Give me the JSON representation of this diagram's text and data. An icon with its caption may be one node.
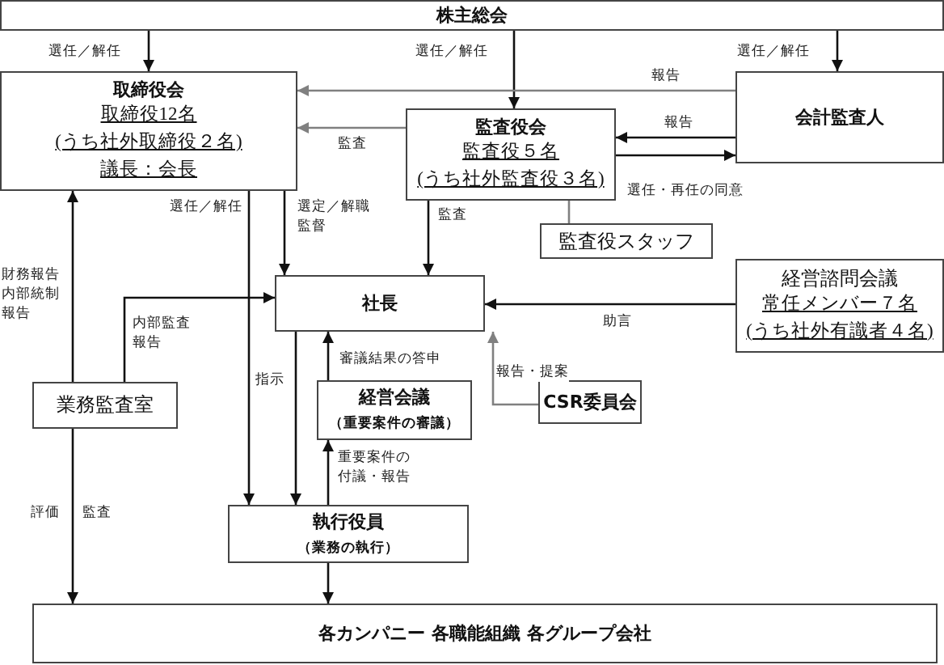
{
  "diagram": {
    "nodes": [
      {
        "text": [
          "株主総会"
        ]
      },
      {
        "text": [
          "取締役会",
          "取締役12名",
          "(うち社外取締役２名)",
          "議長：会長"
        ]
      },
      {
        "text": [
          "監査役会",
          "監査役５名",
          "(うち社外監査役３名)"
        ]
      },
      {
        "text": [
          "会計監査人"
        ]
      },
      {
        "text": [
          "監査役スタッフ"
        ]
      },
      {
        "text": [
          "社長"
        ]
      },
      {
        "text": [
          "経営諮問会議",
          "常任メンバー７名",
          "(うち社外有識者４名)"
        ]
      },
      {
        "text": [
          "業務監査室"
        ]
      },
      {
        "text": [
          "経営会議",
          "（重要案件の審議）"
        ]
      },
      {
        "text": [
          "CSR委員会"
        ]
      },
      {
        "text": [
          "執行役員",
          "（業務の執行）"
        ]
      },
      {
        "text": [
          "各カンパニー 各職能組織 各グループ会社"
        ]
      }
    ],
    "edges": [
      {
        "from": 0,
        "to": 1,
        "arrow": "to",
        "label": "選任／解任"
      },
      {
        "from": 0,
        "to": 2,
        "arrow": "to",
        "label": "選任／解任"
      },
      {
        "from": 0,
        "to": 3,
        "arrow": "to",
        "label": "選任／解任"
      },
      {
        "from": 3,
        "to": 1,
        "arrow": "to",
        "label": "報告",
        "color": "#808080"
      },
      {
        "from": 3,
        "to": 2,
        "arrow": "to",
        "label": "報告"
      },
      {
        "from": 2,
        "to": 3,
        "arrow": "to",
        "label": "選任・再任の同意"
      },
      {
        "from": 2,
        "to": 1,
        "arrow": "to",
        "label": "監査",
        "color": "#808080"
      },
      {
        "from": 2,
        "to": 5,
        "arrow": "to",
        "label": "監査"
      },
      {
        "from": 2,
        "to": 4,
        "arrow": "none",
        "color": "#808080"
      },
      {
        "from": 1,
        "to": 5,
        "arrow": "to",
        "label": "選定／解職監督"
      },
      {
        "from": 1,
        "to": 10,
        "arrow": "to",
        "label": "選任／解任"
      },
      {
        "from": 7,
        "to": 1,
        "arrow": "to",
        "label": "財務報告内部統制報告"
      },
      {
        "from": 7,
        "to": 5,
        "arrow": "to",
        "label": "内部監査報告"
      },
      {
        "from": 7,
        "to": 11,
        "arrow": "to",
        "label": "監査"
      },
      {
        "from": 5,
        "to": 10,
        "arrow": "to",
        "label": "指示"
      },
      {
        "from": 8,
        "to": 5,
        "arrow": "to",
        "label": "審議結果の答申"
      },
      {
        "from": 10,
        "to": 8,
        "arrow": "to",
        "label": "重要案件の付議・報告"
      },
      {
        "from": 6,
        "to": 5,
        "arrow": "to",
        "label": "助言"
      },
      {
        "from": 9,
        "to": 5,
        "arrow": "to",
        "label": "報告・提案",
        "color": "#808080"
      },
      {
        "from": 10,
        "to": 11,
        "arrow": "to"
      }
    ],
    "labels": [
      "評価"
    ]
  }
}
